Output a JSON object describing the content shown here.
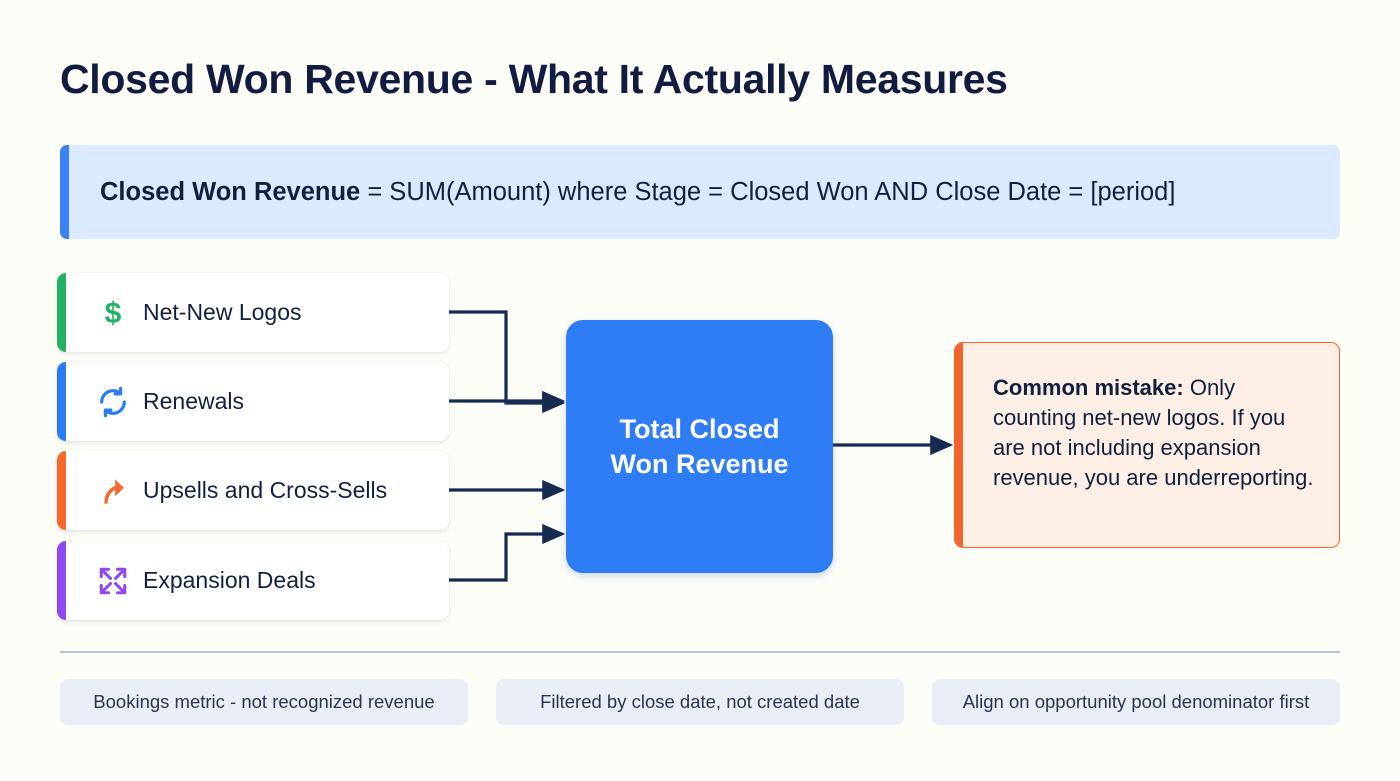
{
  "page": {
    "title": "Closed Won Revenue - What It Actually Measures",
    "background_color": "#fdfdf8"
  },
  "formula": {
    "term": "Closed Won Revenue",
    "expression": " = SUM(Amount) where Stage = Closed Won AND Close Date = [period]",
    "accent_color": "#3b82f6",
    "background_color": "#dbeafe"
  },
  "sources": [
    {
      "label": "Net-New Logos",
      "icon": "dollar-sign-icon",
      "accent_color": "#22b262"
    },
    {
      "label": "Renewals",
      "icon": "refresh-cycle-icon",
      "accent_color": "#2b7cf0"
    },
    {
      "label": "Upsells and Cross-Sells",
      "icon": "up-arrow-curve-icon",
      "accent_color": "#f5692c"
    },
    {
      "label": "Expansion Deals",
      "icon": "expand-arrows-icon",
      "accent_color": "#9048f0"
    }
  ],
  "hub": {
    "line1": "Total Closed",
    "line2": "Won Revenue",
    "background_color": "#2f7df4",
    "text_color": "#ffffff"
  },
  "callout": {
    "lead": "Common mistake:",
    "body": " Only counting net-new logos. If you are not including expansion revenue, you are underreporting.",
    "accent_color": "#f1642e",
    "background_color": "#fdeee6"
  },
  "footer_chips": [
    {
      "label": "Bookings metric - not recognized revenue"
    },
    {
      "label": "Filtered by close date, not created date"
    },
    {
      "label": "Align on opportunity pool denominator first"
    }
  ]
}
